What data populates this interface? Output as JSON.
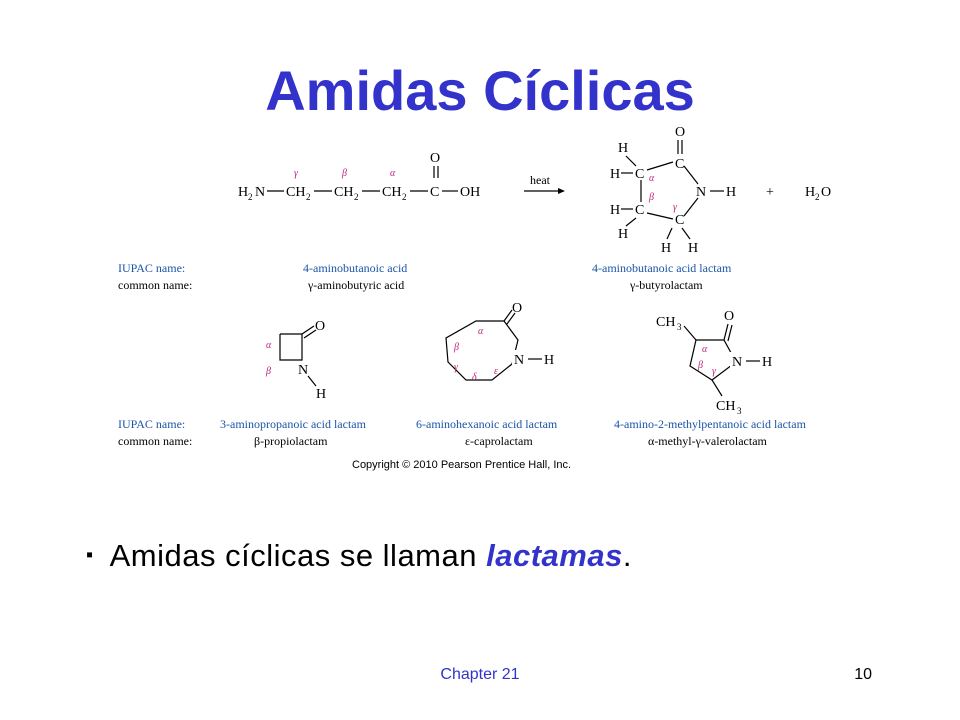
{
  "title": "Amidas Cíclicas",
  "figure": {
    "row1": {
      "reactant": {
        "h2n": "H",
        "h2n_sub": "2",
        "h2n_n": "N",
        "ch2": "CH",
        "ch2_sub": "2",
        "c": "C",
        "o": "O",
        "oh": "OH"
      },
      "arrow_label": "heat",
      "plus": "+",
      "water": {
        "h": "H",
        "sub": "2",
        "o": "O"
      },
      "product_atoms": {
        "h": "H",
        "c": "C",
        "n": "N",
        "o": "O"
      },
      "iupac_label": "IUPAC name:",
      "common_label": "common name:",
      "reactant_iupac": "4-aminobutanoic acid",
      "reactant_common": "γ-aminobutyric acid",
      "product_iupac": "4-aminobutanoic acid lactam",
      "product_common": "γ-butyrolactam"
    },
    "greek": {
      "alpha": "α",
      "beta": "β",
      "gamma": "γ",
      "delta": "δ",
      "epsilon": "ε"
    },
    "row2": {
      "iupac_label": "IUPAC name:",
      "common_label": "common name:",
      "ring_atoms": {
        "o": "O",
        "n": "N",
        "h": "H",
        "ch3": "CH",
        "ch3_sub": "3"
      },
      "compounds": [
        {
          "iupac": "3-aminopropanoic acid lactam",
          "common": "β-propiolactam"
        },
        {
          "iupac": "6-aminohexanoic acid lactam",
          "common": "ε-caprolactam"
        },
        {
          "iupac": "4-amino-2-methylpentanoic acid lactam",
          "common": "α-methyl-γ-valerolactam"
        }
      ]
    },
    "copyright": "Copyright © 2010 Pearson Prentice Hall, Inc."
  },
  "bullet": {
    "marker": "▪",
    "text": "Amidas cíclicas se llaman ",
    "emphasis": "lactamas",
    "end": "."
  },
  "footer": {
    "chapter": "Chapter 21",
    "page": "10"
  }
}
